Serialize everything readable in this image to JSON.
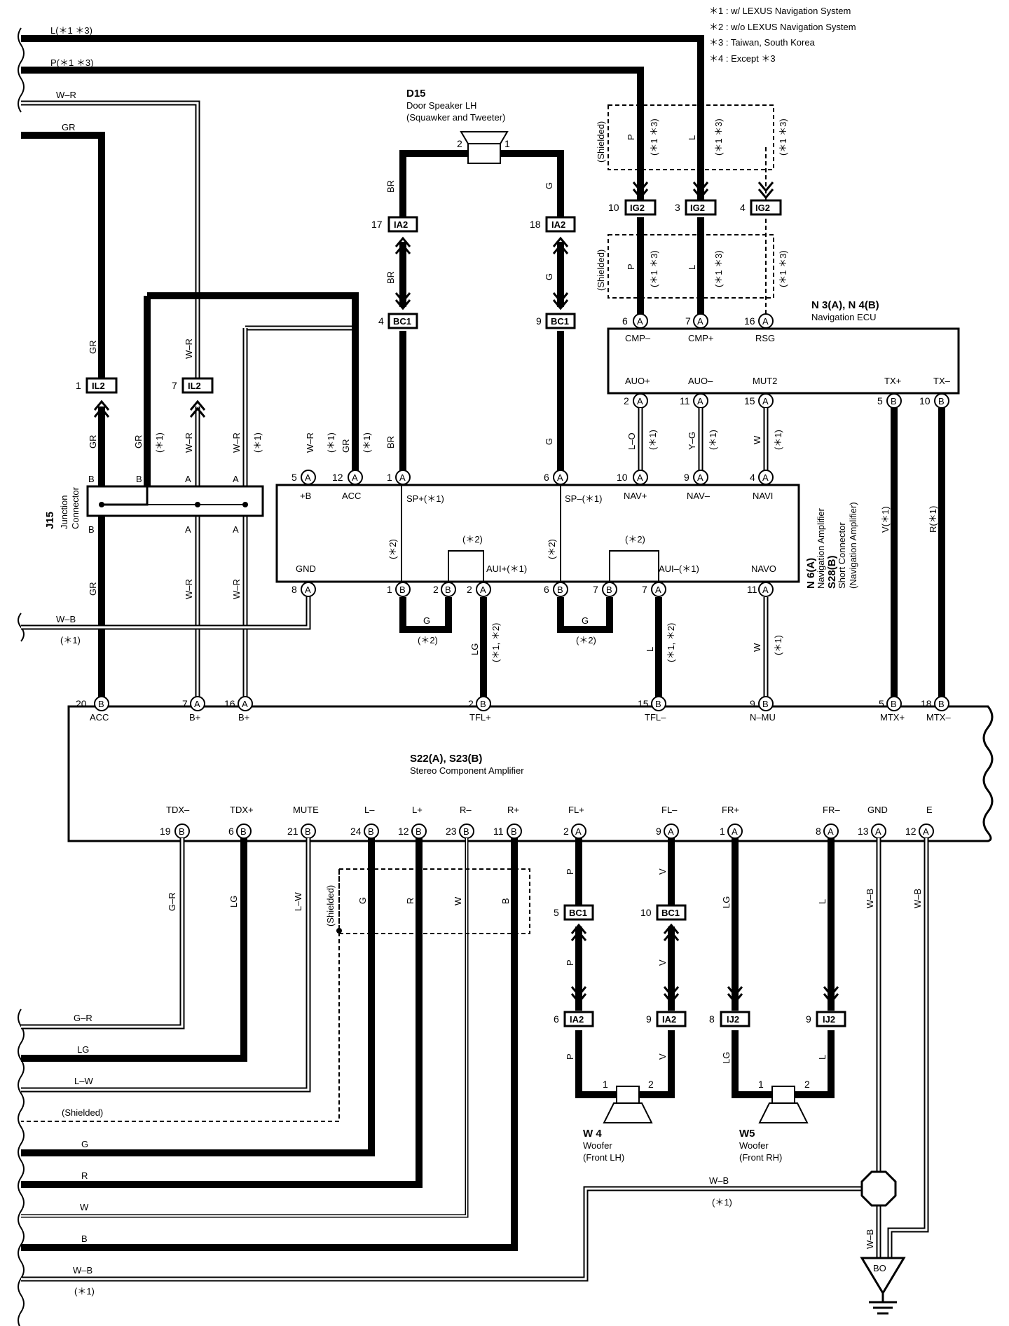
{
  "notes": [
    "＊1 : w/ LEXUS Navigation System",
    "＊2 : w/o LEXUS Navigation System",
    "＊3 : Taiwan, South Korea",
    "＊4 : Except ＊3"
  ],
  "components": {
    "d15": {
      "id": "D15",
      "name1": "Door Speaker LH",
      "name2": "(Squawker and Tweeter)"
    },
    "n3": {
      "id": "N 3(A), N 4(B)",
      "name": "Navigation ECU"
    },
    "n6": {
      "id": "N 6(A)",
      "name1": "Navigation Amplifier",
      "id2": "S28(B)",
      "name2": "Short Connector",
      "name3": "(Navigation Amplifier)"
    },
    "j15": {
      "id": "J15",
      "name1": "Junction",
      "name2": "Connector"
    },
    "s22": {
      "id": "S22(A), S23(B)",
      "name": "Stereo Component Amplifier"
    },
    "w4": {
      "id": "W 4",
      "name1": "Woofer",
      "name2": "(Front LH)"
    },
    "w5": {
      "id": "W5",
      "name1": "Woofer",
      "name2": "(Front RH)"
    },
    "bo": {
      "id": "BO"
    }
  },
  "connectors": {
    "ig2": "IG2",
    "ia2": "IA2",
    "bc1": "BC1",
    "il2": "IL2",
    "ij2": "IJ2"
  },
  "left_wires_top": {
    "l": "L(＊1 ＊3)",
    "p": "P(＊1 ＊3)",
    "wr": "W–R",
    "gr": "GR"
  },
  "nav_ecu_pins": {
    "cmp_minus": "CMP–",
    "cmp_plus": "CMP+",
    "rsg": "RSG",
    "auo_plus": "AUO+",
    "auo_minus": "AUO–",
    "mut2": "MUT2",
    "tx_plus": "TX+",
    "tx_minus": "TX–"
  },
  "nav_amp_pins": {
    "plus_b": "+B",
    "acc": "ACC",
    "sp_plus": "SP+(＊1)",
    "sp_minus": "SP–(＊1)",
    "nav_plus": "NAV+",
    "nav_minus": "NAV–",
    "navi": "NAVI",
    "gnd": "GND",
    "aui_plus": "AUI+(＊1)",
    "aui_minus": "AUI–(＊1)",
    "navo": "NAVO"
  },
  "amp_top_pins": {
    "acc": "ACC",
    "bplus1": "B+",
    "bplus2": "B+",
    "tfl_plus": "TFL+",
    "tfl_minus": "TFL–",
    "n_mu": "N–MU",
    "mtx_plus": "MTX+",
    "mtx_minus": "MTX–"
  },
  "amp_bottom_pins": {
    "tdx_minus": "TDX–",
    "tdx_plus": "TDX+",
    "mute": "MUTE",
    "l_minus": "L–",
    "l_plus": "L+",
    "r_minus": "R–",
    "r_plus": "R+",
    "fl_plus": "FL+",
    "fl_minus": "FL–",
    "fr_plus": "FR+",
    "fr_minus": "FR–",
    "gnd": "GND",
    "e": "E"
  },
  "pin_numbers": {
    "n3": [
      "6",
      "7",
      "16",
      "2",
      "11",
      "15",
      "5",
      "10"
    ],
    "top_ig2": [
      "10",
      "3",
      "4"
    ],
    "ia2_top": [
      "17",
      "18"
    ],
    "bc1_top": [
      "4",
      "9"
    ],
    "il2": [
      "1",
      "7"
    ],
    "n6_top": [
      "5",
      "12",
      "1",
      "6",
      "10",
      "9",
      "4"
    ],
    "n6_bot": [
      "8",
      "1",
      "2",
      "2",
      "6",
      "7",
      "7",
      "11"
    ],
    "amp_top": [
      "20",
      "7",
      "16",
      "2",
      "15",
      "9",
      "5",
      "18"
    ],
    "amp_bot": [
      "19",
      "6",
      "21",
      "24",
      "12",
      "23",
      "11",
      "2",
      "9",
      "1",
      "8",
      "13",
      "12"
    ],
    "bc1_bot": [
      "5",
      "10"
    ],
    "ia2_bot": [
      "6",
      "9"
    ],
    "ij2": [
      "8",
      "9"
    ],
    "spk_pins": [
      "2",
      "1",
      "1",
      "2",
      "1",
      "2"
    ]
  },
  "wire_colors": {
    "br": "BR",
    "g": "G",
    "p": "P",
    "l": "L",
    "gr": "GR",
    "wr": "W–R",
    "b": "B",
    "a": "A",
    "lo": "L–O",
    "yg": "Y–G",
    "w": "W",
    "v": "V",
    "r": "R",
    "lg": "LG",
    "wb": "W–B",
    "gr2": "G–R",
    "lw": "L–W",
    "v1": "V(＊1)",
    "r1": "R(＊1)",
    "shielded": "(Shielded)"
  },
  "notes_inline": {
    "s1": "(＊1)",
    "s2": "(＊2)",
    "s13": "(＊1 ＊3)",
    "s12": "(＊1, ＊2)"
  },
  "bottom_wires": [
    "G–R",
    "LG",
    "L–W",
    "(Shielded)",
    "G",
    "R",
    "W",
    "B",
    "W–B"
  ]
}
